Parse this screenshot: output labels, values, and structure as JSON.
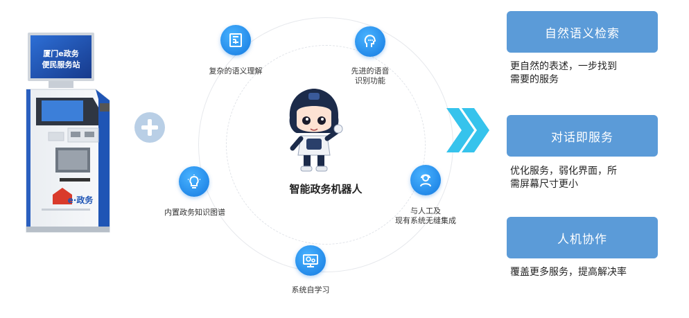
{
  "kiosk": {
    "screen_text_line1": "厦门e政务",
    "screen_text_line2": "便民服务站",
    "body_logo": "e·政务"
  },
  "features": {
    "semantic": "复杂的语义理解",
    "speech_line1": "先进的语音",
    "speech_line2": "识别功能",
    "knowledge": "内置政务知识图谱",
    "integration_line1": "与人工及",
    "integration_line2": "现有系统无缝集成",
    "learning": "系统自学习"
  },
  "center_title": "智能政务机器人",
  "capabilities": [
    {
      "title": "自然语义检索",
      "desc_line1": "更自然的表述，一步找到",
      "desc_line2": "需要的服务"
    },
    {
      "title": "对话即服务",
      "desc_line1": "优化服务，弱化界面，所",
      "desc_line2": "需屏幕尺寸更小"
    },
    {
      "title": "人机协作",
      "desc_line1": "覆盖更多服务，提高解决率",
      "desc_line2": ""
    }
  ],
  "colors": {
    "accent_blue": "#1479e0",
    "box_blue": "#5b9bd8",
    "chevron": "#36c3ec",
    "plus": "#b9cfe6"
  },
  "icons": [
    "document-icon",
    "speech-head-icon",
    "lightbulb-icon",
    "customer-service-icon",
    "gears-monitor-icon",
    "plus-icon",
    "double-chevron-icon"
  ]
}
